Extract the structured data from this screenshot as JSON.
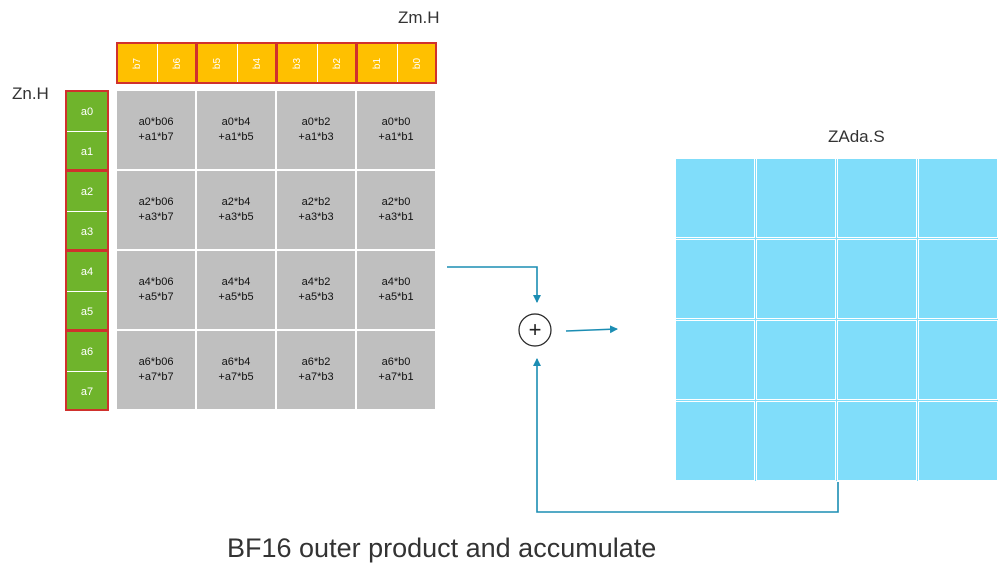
{
  "labels": {
    "zm": "Zm.H",
    "zn": "Zn.H",
    "zada": "ZAda.S",
    "caption": "BF16 outer product and accumulate",
    "plus": "+"
  },
  "zm_elements": [
    "b7",
    "b6",
    "b5",
    "b4",
    "b3",
    "b2",
    "b1",
    "b0"
  ],
  "zn_elements": [
    "a0",
    "a1",
    "a2",
    "a3",
    "a4",
    "a5",
    "a6",
    "a7"
  ],
  "products": [
    [
      "a0*b06\n+a1*b7",
      "a0*b4\n+a1*b5",
      "a0*b2\n+a1*b3",
      "a0*b0\n+a1*b1"
    ],
    [
      "a2*b06\n+a3*b7",
      "a2*b4\n+a3*b5",
      "a2*b2\n+a3*b3",
      "a2*b0\n+a3*b1"
    ],
    [
      "a4*b06\n+a5*b7",
      "a4*b4\n+a5*b5",
      "a4*b2\n+a5*b3",
      "a4*b0\n+a5*b1"
    ],
    [
      "a6*b06\n+a7*b7",
      "a6*b4\n+a7*b5",
      "a6*b2\n+a7*b3",
      "a6*b0\n+a7*b1"
    ]
  ],
  "colors": {
    "zm_fill": "#ffc000",
    "zn_fill": "#6fb42c",
    "group_border": "#d0312d",
    "product_fill": "#bfbfbf",
    "accumulator_fill": "#80ddfa",
    "arrow": "#1b8db3"
  }
}
